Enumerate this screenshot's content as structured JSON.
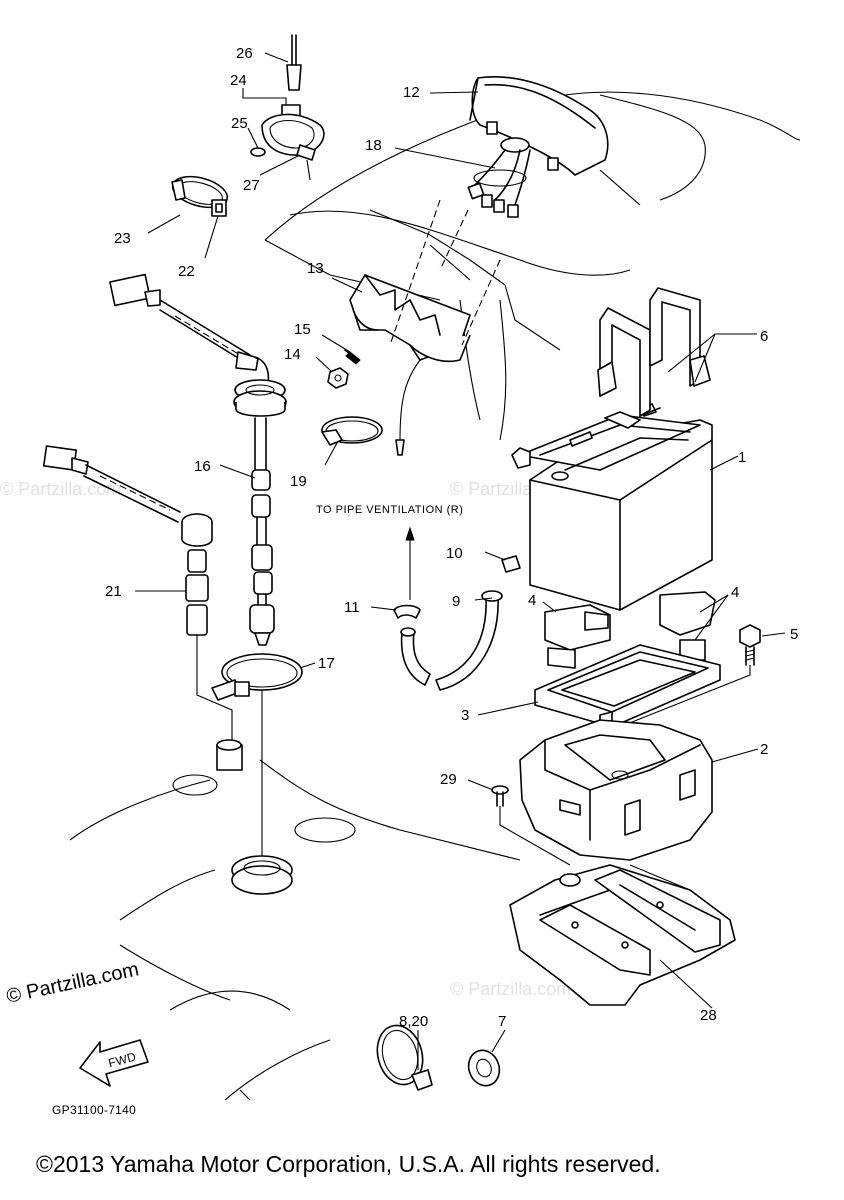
{
  "callouts": {
    "c1": "1",
    "c2": "2",
    "c3": "3",
    "c4a": "4",
    "c4b": "4",
    "c5": "5",
    "c6": "6",
    "c7": "7",
    "c8_20": "8,20",
    "c9": "9",
    "c10": "10",
    "c11": "11",
    "c12": "12",
    "c13": "13",
    "c14": "14",
    "c15": "15",
    "c16": "16",
    "c17": "17",
    "c18": "18",
    "c19": "19",
    "c21": "21",
    "c22": "22",
    "c23": "23",
    "c24": "24",
    "c25": "25",
    "c26": "26",
    "c27": "27",
    "c28": "28",
    "c29": "29"
  },
  "note": "TO PIPE VENTILATION (R)",
  "fwd": "FWD",
  "diagram_code": "GP31100-7140",
  "watermark": "© Partzilla.com",
  "watermark_faint": "© Partzilla.com",
  "copyright": "©2013 Yamaha Motor Corporation, U.S.A. All rights reserved."
}
